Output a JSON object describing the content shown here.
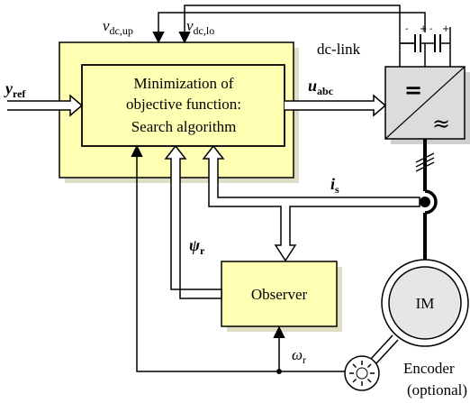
{
  "labels": {
    "v_dc_up": {
      "main": "v",
      "sub": "dc,up"
    },
    "v_dc_lo": {
      "main": "v",
      "sub": "dc,lo"
    },
    "dc_link": "dc-link",
    "y_ref": {
      "main": "y",
      "sub": "ref"
    },
    "u_abc": {
      "main": "u",
      "sub": "abc"
    },
    "i_s": {
      "main": "i",
      "sub": "s"
    },
    "psi_r": {
      "main": "ψ",
      "sub": "r"
    },
    "omega_r": {
      "main": "ω",
      "sub": "r"
    },
    "encoder": "Encoder",
    "optional": "(optional)",
    "motor": "IM",
    "inverter_dc": "=",
    "inverter_ac": "≈"
  },
  "blocks": {
    "optimizer": [
      "Minimization of",
      "objective function:",
      "Search algorithm"
    ],
    "observer": "Observer"
  },
  "colors": {
    "block_fill": "#ffffb4",
    "inner_fill": "#ffffb4",
    "inverter_fill": "#dcdcdc",
    "motor_fill": "#e6e6e6"
  }
}
